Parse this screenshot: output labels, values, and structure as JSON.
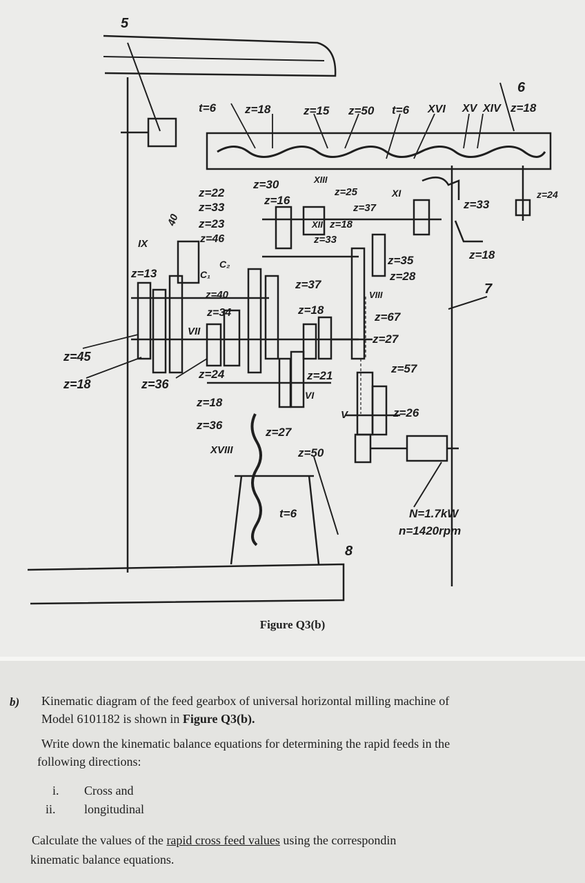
{
  "figure": {
    "caption": "Figure Q3(b)",
    "callouts": [
      "5",
      "6",
      "7",
      "8"
    ],
    "top_labels": [
      "t=6",
      "z=18",
      "z=15",
      "z=50",
      "t=6",
      "XVI",
      "XV",
      "XIV",
      "z=18"
    ],
    "left_labels": [
      "z=22",
      "z=33",
      "z=23",
      "z=46",
      "40",
      "IX",
      "z=13",
      "C₁",
      "C₂",
      "z=40",
      "z=34",
      "VII",
      "z=45",
      "z=18",
      "z=36",
      "z=24",
      "z=18",
      "z=36",
      "XVIII"
    ],
    "center_labels": [
      "z=30",
      "z=16",
      "XIII",
      "z=25",
      "XI",
      "z=37",
      "XII",
      "z=18",
      "z=33",
      "z=37",
      "z=18",
      "z=21",
      "VI",
      "z=27",
      "z=50",
      "t=6"
    ],
    "right_labels": [
      "z=33",
      "z=24",
      "z=18",
      "z=35",
      "z=28",
      "VIII",
      "z=67",
      "z=27",
      "z=57",
      "V",
      "z=26"
    ],
    "motor": {
      "power": "N=1.7kW",
      "speed": "n=1420rpm"
    }
  },
  "question": {
    "label": "b)",
    "intro_line1_pre": "Kinematic diagram of the feed gearbox of universal horizontal milling machine of",
    "intro_line2_pre": "Model 6101182 is shown in ",
    "intro_line2_bold": "Figure Q3(b).",
    "task_line1": "Write down the kinematic balance equations for determining the rapid feeds in the",
    "task_line2": "following directions:",
    "items": [
      {
        "num": "i.",
        "text": "Cross and"
      },
      {
        "num": "ii.",
        "text": "longitudinal"
      }
    ],
    "calc_pre": "Calculate the values of the ",
    "calc_underlined": "rapid cross feed values",
    "calc_post": " using the correspondin",
    "calc_line2": "kinematic balance equations."
  }
}
